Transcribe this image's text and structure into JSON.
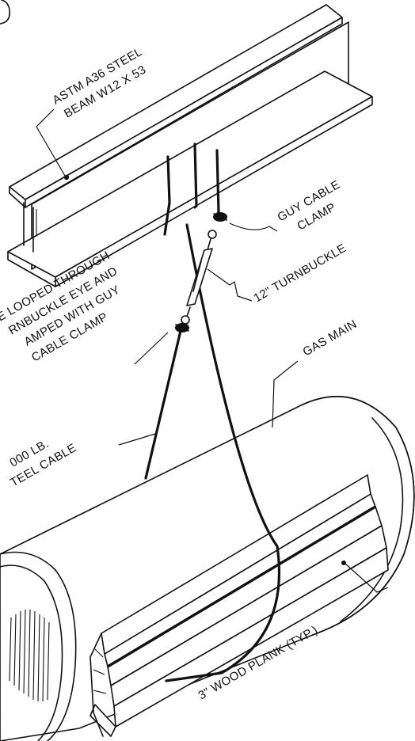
{
  "labels": {
    "beam_line1": "ASTM A36 STEEL",
    "beam_line2": "BEAM W12 X 53",
    "guy_clamp_line1": "GUY CABLE",
    "guy_clamp_line2": "CLAMP",
    "turnbuckle": "12\" TURNBUCKLE",
    "gas_main": "GAS MAIN",
    "cable_loop_line1": "E LOOPED THROUGH",
    "cable_loop_line2": "RNBUCKLE EYE AND",
    "cable_loop_line3": "AMPED WITH GUY",
    "cable_loop_line4": "CABLE CLAMP",
    "steel_cable_line1": "000 LB.",
    "steel_cable_line2": "TEEL CABLE",
    "wood_plank": "3\" WOOD PLANK (TYP.)"
  }
}
